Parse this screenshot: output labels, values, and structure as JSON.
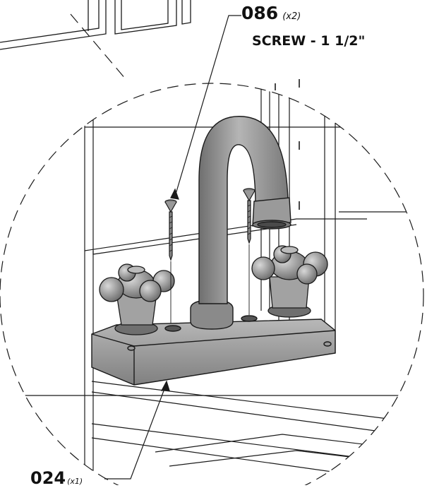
{
  "callouts": {
    "screw": {
      "part_number": "086",
      "quantity": "(x2)",
      "name": "SCREW - 1 1/2\""
    },
    "faucet": {
      "part_number": "024",
      "quantity": "(x1)"
    }
  },
  "colors": {
    "line": "#1a1a1a",
    "metal_light": "#c4c4c4",
    "metal_mid": "#9a9a9a",
    "metal_dark": "#6a6a6a"
  }
}
